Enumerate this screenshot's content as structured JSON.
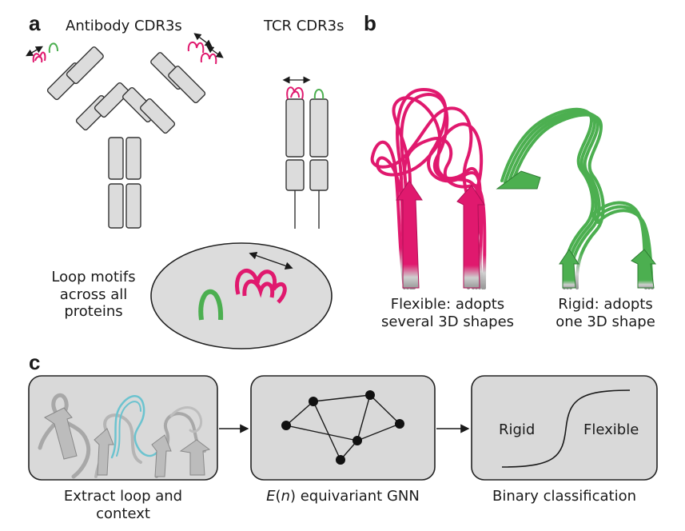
{
  "panels": {
    "a": "a",
    "b": "b",
    "c": "c"
  },
  "panel_a": {
    "antibody_label": "Antibody CDR3s",
    "tcr_label": "TCR CDR3s",
    "motif_label_lines": [
      "Loop motifs",
      "across all",
      "proteins"
    ]
  },
  "panel_b": {
    "flexible_caption_lines": [
      "Flexible: adopts",
      "several 3D shapes"
    ],
    "rigid_caption_lines": [
      "Rigid: adopts",
      "one 3D shape"
    ]
  },
  "panel_c": {
    "step1_lines": [
      "Extract loop and",
      "context"
    ],
    "step2_prefix_italic": "E",
    "step2_open": "(",
    "step2_n_italic": "n",
    "step2_rest": ") equivariant GNN",
    "step3": "Binary classification",
    "rigid_word": "Rigid",
    "flexible_word": "Flexible"
  },
  "colors": {
    "flexible": "#e0196e",
    "rigid": "#4caf50",
    "domain_fill": "#dcdcdc",
    "box_fill": "#d9d9d9"
  }
}
